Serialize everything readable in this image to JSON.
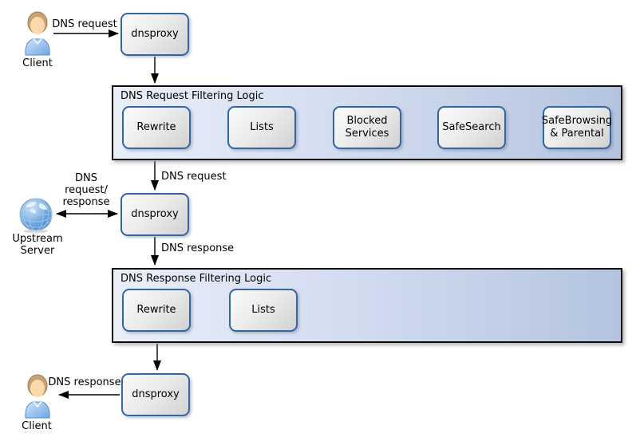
{
  "nodes": {
    "client_top": "Client",
    "dnsproxy_top": "dnsproxy",
    "dnsproxy_middle": "dnsproxy",
    "upstream_server": "Upstream\nServer",
    "dnsproxy_bottom": "dnsproxy",
    "client_bottom": "Client"
  },
  "containers": {
    "request": {
      "title": "DNS Request Filtering Logic",
      "steps": [
        "Rewrite",
        "Lists",
        "Blocked\nServices",
        "SafeSearch",
        "SafeBrowsing\n& Parental"
      ]
    },
    "response": {
      "title": "DNS Response Filtering Logic",
      "steps": [
        "Rewrite",
        "Lists"
      ]
    }
  },
  "edge_labels": {
    "client_to_dnsproxy": "DNS request",
    "filter_to_dnsproxy": "DNS request",
    "upstream_link": "DNS\nrequest/\nresponse",
    "dnsproxy_to_response_filter": "DNS response",
    "dnsproxy_to_client": "DNS response"
  },
  "icons": {
    "client_top": "person-icon",
    "upstream": "globe-icon",
    "client_bottom": "person-icon"
  },
  "colors": {
    "container_border": "#0c0c0c",
    "container_fill_start": "#e9eff9",
    "container_fill_end": "#b4c4df",
    "node_border": "#3465a4",
    "node_fill_start": "#fbfbfb",
    "node_fill_end": "#d2d2d2",
    "arrow": "#000000"
  }
}
